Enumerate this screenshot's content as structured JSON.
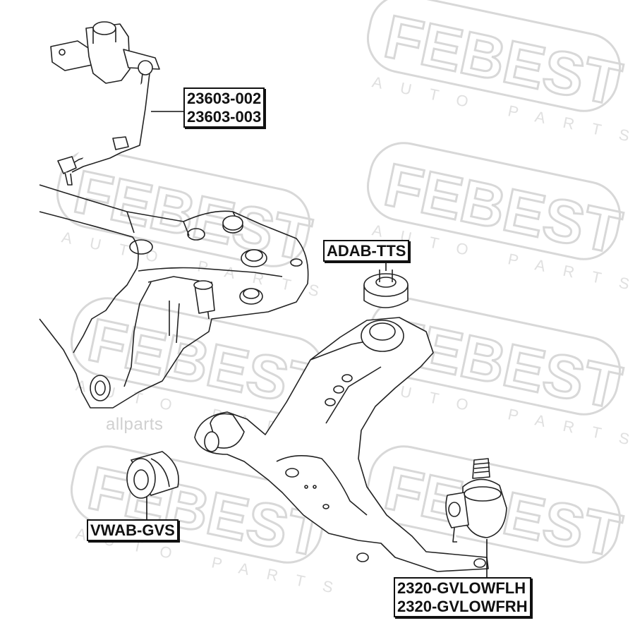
{
  "brand": {
    "watermark_logo": "FEBEST",
    "watermark_tagline": "AUTO PARTS"
  },
  "overlay_watermark": "allparts",
  "labels": {
    "sensor": [
      "23603-002",
      "23603-003"
    ],
    "rear_bushing": "ADAB-TTS",
    "front_bushing": "VWAB-GVS",
    "ball_joint": [
      "2320-GVLOWFLH",
      "2320-GVLOWFRH"
    ]
  },
  "colors": {
    "line": "#222222",
    "watermark": "#d8d8d8"
  }
}
